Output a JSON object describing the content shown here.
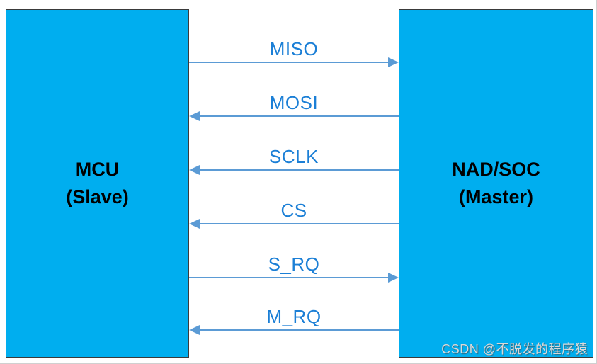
{
  "diagram": {
    "boxes": {
      "left": {
        "name": "MCU",
        "role": "(Slave)"
      },
      "right": {
        "name": "NAD/SOC",
        "role": "(Master)"
      }
    },
    "signals": [
      {
        "label": "MISO",
        "direction": "right"
      },
      {
        "label": "MOSI",
        "direction": "left"
      },
      {
        "label": "SCLK",
        "direction": "left"
      },
      {
        "label": "CS",
        "direction": "left"
      },
      {
        "label": "S_RQ",
        "direction": "right"
      },
      {
        "label": "M_RQ",
        "direction": "left"
      }
    ],
    "colors": {
      "box_fill": "#00AEEF",
      "box_border": "#3A3A3A",
      "arrow": "#5B9BD5",
      "signal_label": "#1B7FD6",
      "box_label": "#000000",
      "watermark": "#D9D9D9"
    },
    "watermark": "CSDN @不脱发的程序猿"
  }
}
